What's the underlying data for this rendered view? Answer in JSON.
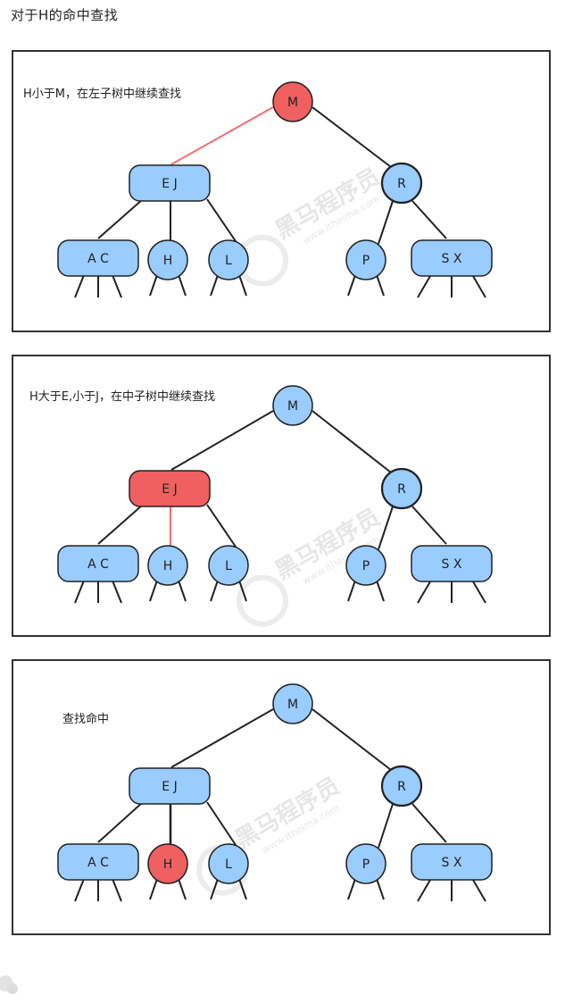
{
  "title": "对于H的命中查找",
  "watermark": {
    "brand": "黑马程序员",
    "site": "www.itheima.com"
  },
  "colors": {
    "node_fill": "#99ccff",
    "highlight_fill": "#f06060",
    "edge": "#222222",
    "highlight_edge": "#f07070"
  },
  "panels": [
    {
      "caption": "H小于M，在左子树中继续查找",
      "nodes": {
        "root": "M",
        "left_ej": "E J",
        "right": "R",
        "ac": "A C",
        "h": "H",
        "l": "L",
        "p": "P",
        "sx": "S X"
      },
      "highlight_node": "root",
      "highlight_edge": "root-left"
    },
    {
      "caption": "H大于E,小于J，在中子树中继续查找",
      "nodes": {
        "root": "M",
        "left_ej": "E J",
        "right": "R",
        "ac": "A C",
        "h": "H",
        "l": "L",
        "p": "P",
        "sx": "S X"
      },
      "highlight_node": "left_ej",
      "highlight_edge": "ej-h"
    },
    {
      "caption": "查找命中",
      "nodes": {
        "root": "M",
        "left_ej": "E J",
        "right": "R",
        "ac": "A C",
        "h": "H",
        "l": "L",
        "p": "P",
        "sx": "S X"
      },
      "highlight_node": "h",
      "highlight_edge": "ej-h-bold"
    }
  ]
}
